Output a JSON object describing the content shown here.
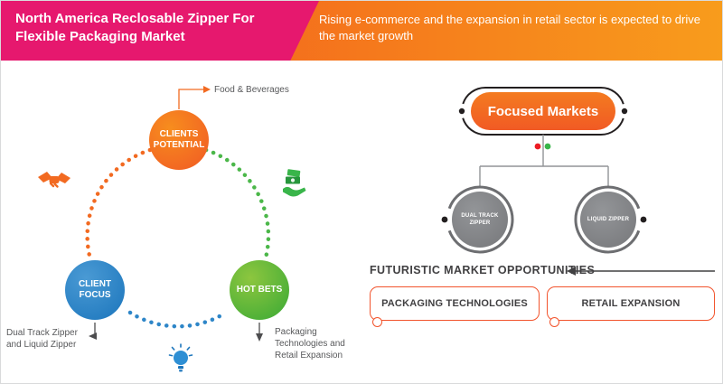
{
  "header": {
    "title": "North America Reclosable Zipper For Flexible Packaging Market",
    "subtitle": "Rising e-commerce and the expansion in retail sector is expected to drive the market growth",
    "colors": {
      "title_bg": "#e6186e",
      "band_left": "#f2541d",
      "band_right": "#f89c1c"
    }
  },
  "cycle": {
    "nodes": [
      {
        "label": "CLIENTS POTENTIAL",
        "color": "#f15a24",
        "callout": "Food & Beverages"
      },
      {
        "label": "CLIENT FOCUS",
        "color": "#1b75bc",
        "callout": "Dual Track Zipper and Liquid Zipper"
      },
      {
        "label": "HOT BETS",
        "color": "#39a935",
        "callout": "Packaging Technologies and Retail Expansion"
      }
    ],
    "icons": [
      {
        "name": "handshake-icon",
        "color": "#f26a21"
      },
      {
        "name": "money-hand-icon",
        "color": "#39b54a"
      },
      {
        "name": "lightbulb-icon",
        "color": "#1b75bc"
      }
    ]
  },
  "focused_markets": {
    "title": "Focused Markets",
    "items": [
      {
        "label": "DUAL TRACK ZIPPER"
      },
      {
        "label": "LIQUID ZIPPER"
      }
    ],
    "junction_dot_colors": [
      "#ec1c24",
      "#39b54a"
    ]
  },
  "opportunities": {
    "heading": "FUTURISTIC MARKET OPPORTUNITIES",
    "items": [
      {
        "label": "PACKAGING TECHNOLOGIES"
      },
      {
        "label": "RETAIL EXPANSION"
      }
    ],
    "box_border": "#f2542d"
  }
}
